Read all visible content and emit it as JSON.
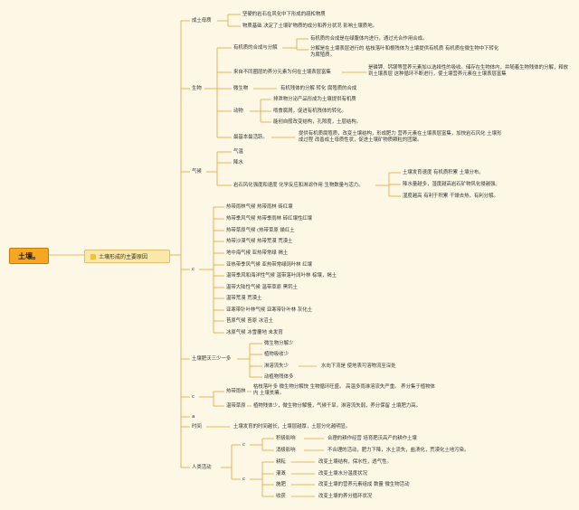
{
  "root": "土壤。",
  "main": "土壤形成的主要原因",
  "l1": {
    "parent": "成土母质",
    "biology": "生物",
    "climate": "气候",
    "c": "c",
    "fertility": "土壤肥沃三少一多",
    "c2": "c",
    "a": "a",
    "time": "时间",
    "human": "人类活动"
  },
  "parent_items": [
    "坚硬的岩石在风化中下形成的疏松物质",
    "物质基础 决定了土壤矿物质的成分和养分状况 影响土壤质地。"
  ],
  "bio": {
    "plant": "有机质的合成与分解",
    "plant_items": [
      "有机质的合成是在绿腹体内进行，通过光合作用合成。",
      "分解是在土壤表层进行的 枯枝落叶和根残体为土壤提供有机质 有机质在微生物中下转化为腐殖质。"
    ],
    "cycle_label": "来自不同圈层的养分元素为何在土壤表层富集",
    "cycle_text": "是磷钾、钙镁等营养元素加以选择性的吸收。储存在生物体内，并随着生物残体的分解，释放到土壤表层 这种循环不断进行，使土壤营养元素在土壤表层富集",
    "microbe": "微生物",
    "microbe_text": "有机残体的分解 转化 腐殖质的合成",
    "animal": "动物",
    "animal_items": [
      "排泄物分泌产品形成为土壤提供有机质",
      "啃食腐屑，促进有机残体的转化。",
      "能创自般改变结构，孔隙度，土层结构。"
    ],
    "active_label": "最基本最活跃。",
    "active_text": "提供有机质腐殖质，改变土壤结构，形成肥力 营养元素在土壤表层富集，加快岩石风化 土壤形成过程 改善成土母质性状，促进土壤矿物质颗粒的团聚。"
  },
  "clim": {
    "temp": "气温",
    "rain": "降水",
    "rate_label": "岩石风化强度和速度 化学反应和淋滤作用 生物数量与活力。",
    "rate_items": [
      "土壤发育速度 有机质积累 土壤分布。",
      "降水量越多，湿度越高岩石矿物风化侵越强。",
      "湿度越高 有利于积累 干燥去热，有利分解。"
    ]
  },
  "soils": [
    "热带雨林气候 热带雨林 砖红壤",
    "热带季风气候 热带季雨林 砖红壤性红壤",
    "热带草原气候 (热带草原 燥红土",
    "热带沙漠气候 热带荒漠 荒漠土",
    "地中海气候 亚热带常绿 褐土",
    "亚热带季风气候 亚热带常绿阔叶林 红壤",
    "温带季风和海洋性气候 温带落叶阔叶林 棕壤，褐土",
    "温带大陆性气候 温带草原 黑钙土",
    "温带荒漠 荒漠土",
    "亚寒带针叶林气候 亚寒带针叶林 灰化土",
    "苔原气候 苔原 冰沼土",
    "冰原气候 冰雪覆地 未发育"
  ],
  "fert": {
    "items": [
      "微生物分解少",
      "植物吸收少",
      "淋溶流失少",
      "动植物残体多"
    ],
    "leach_note": "水向下流是 使地表可溶物流至深处"
  },
  "forest": {
    "label1": "热带雨林",
    "text1": "枯枝落叶多 微生物分解快 生物循环旺盛。 高温多雨淋溶流失严重。 养分集于植物体内 土壤贫瘠。",
    "label2": "温带草原",
    "text2": "植物残体少，微生物分解慢，气候干旱，淋溶流失弱，养分保留 土壤肥力高。"
  },
  "time_text": "土壤发育的时间越长，土壤层越厚，土层分化越明显。",
  "human": {
    "c1": "c",
    "neg_label": "积极影响",
    "neg_text": "合理的耕作经营 培育肥沃高产的耕作土壤",
    "neg2_label": "消极影响",
    "neg2_text": "不合理的活动，肥力下降，水土流失，盐渍化，荒漠化土地污染。",
    "c2": "c",
    "acts": [
      {
        "label": "耕耘",
        "text": "改变土壤结构，保水性，透气性。"
      },
      {
        "label": "灌溉",
        "text": "改变土壤水分温度状况"
      },
      {
        "label": "施肥",
        "text": "改变土壤的营养元素组成 数量 微生物活动"
      },
      {
        "label": "收获",
        "text": "改变土壤的养分循环状况"
      }
    ]
  },
  "colors": {
    "root": "#f5a623",
    "main": "#fbe7a8",
    "line": "#e2a23a",
    "bg": "#fdf8e6"
  }
}
